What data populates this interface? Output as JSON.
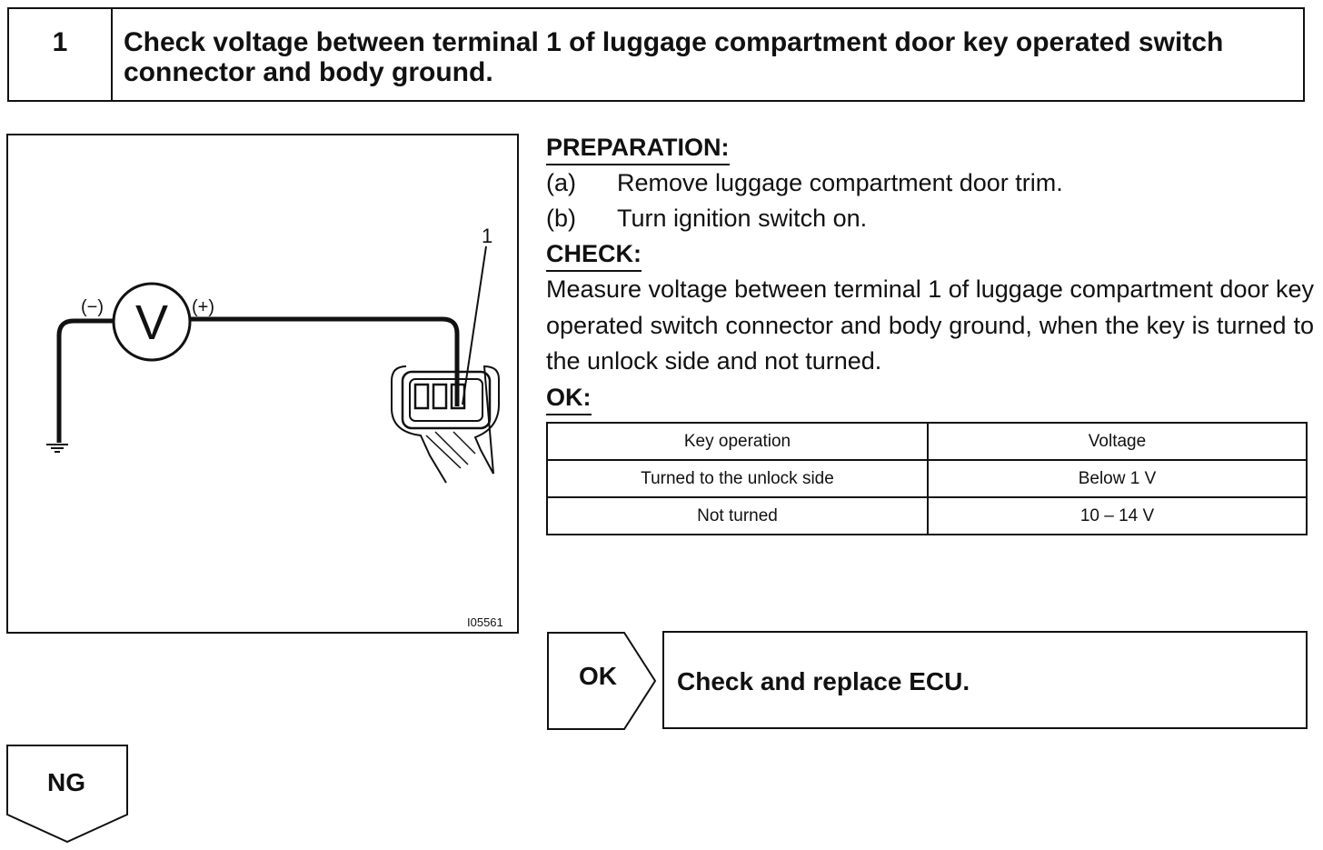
{
  "step": {
    "number": "1",
    "title": "Check voltage between terminal 1 of luggage compartment door key operated switch connector and body ground."
  },
  "figure": {
    "meter_symbol": "V",
    "negative_label": "(−)",
    "positive_label": "(+)",
    "terminal_callout": "1",
    "figure_id": "I05561",
    "icons": [
      "voltmeter-icon",
      "ground-icon",
      "connector-icon"
    ]
  },
  "preparation": {
    "heading": "PREPARATION:",
    "steps": [
      {
        "mark": "(a)",
        "text": "Remove luggage compartment door trim."
      },
      {
        "mark": "(b)",
        "text": "Turn ignition switch on."
      }
    ]
  },
  "check": {
    "heading": "CHECK:",
    "text": "Measure voltage between terminal 1 of luggage compartment door key operated switch connector and body ground, when the key is turned to the unlock side and not turned."
  },
  "ok": {
    "heading": "OK:",
    "table": {
      "headers": [
        "Key operation",
        "Voltage"
      ],
      "rows": [
        [
          "Turned to the unlock side",
          "Below 1 V"
        ],
        [
          "Not turned",
          "10 – 14 V"
        ]
      ]
    }
  },
  "results": {
    "ok_label": "OK",
    "ok_action": "Check and replace ECU.",
    "ng_label": "NG"
  }
}
